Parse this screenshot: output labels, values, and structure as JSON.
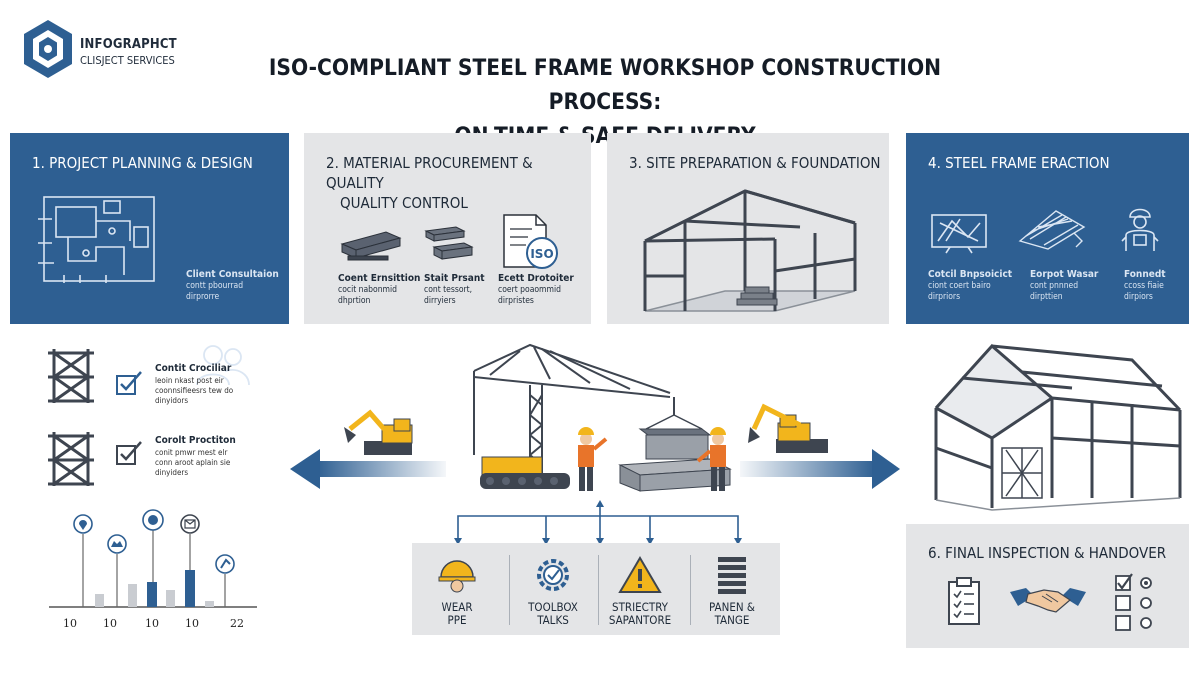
{
  "logo": {
    "name": "INFOGRAPHCT",
    "subtitle": "CLISJECT SERVICES"
  },
  "title": {
    "line1": "ISO-COMPLIANT STEEL FRAME WORKSHOP CONSTRUCTION PROCESS:",
    "line2": "ON-TIME & SAFE DELIVERY"
  },
  "panels": [
    {
      "title": "1. PROJECT PLANNING & DESIGN",
      "caption_title": "Client Consultaion",
      "caption_sub": [
        "contt pbourrad",
        "dirprorre"
      ]
    },
    {
      "title_line1": "2. MATERIAL PROCUREMENT & QUALITY",
      "title_line2": "QUALITY CONTROL",
      "items": [
        {
          "caption_title": "Coent Ernsittion",
          "caption_sub": [
            "cocit nabonmid",
            "dhprtion"
          ]
        },
        {
          "caption_title": "Stait Prsant",
          "caption_sub": [
            "cont tessort,",
            "dirryiers"
          ]
        },
        {
          "caption_title": "Ecett Drotoiter",
          "caption_sub": [
            "coert poaommid",
            "dirpristes"
          ]
        }
      ],
      "iso_badge": "ISO"
    },
    {
      "title": "3. SITE PREPARATION & FOUNDATION"
    },
    {
      "title": "4. STEEL FRAME ERACTION",
      "items": [
        {
          "caption_title": "Cotcil Bnpsoicict",
          "caption_sub": [
            "ciont coert bairo",
            "dirpriors"
          ]
        },
        {
          "caption_title": "Eorpot Wasar",
          "caption_sub": [
            "cont pnnned",
            "dirpttien"
          ]
        },
        {
          "caption_title": "Fonnedt",
          "caption_sub": [
            "ccoss fiaie",
            "dirpiors"
          ]
        }
      ]
    }
  ],
  "checklist": [
    {
      "title": "Contit Crociliar",
      "sub": [
        "leoin nkast post eir",
        "coonnsifieesrs tew do",
        "dinyidors"
      ]
    },
    {
      "title": "Corolt Proctiton",
      "sub": [
        "conit pmwr mest elr",
        "conn aroot aplain sie",
        "dinyiders"
      ]
    }
  ],
  "mini_chart": {
    "x_labels": [
      "10",
      "10",
      "10",
      "10",
      "22"
    ]
  },
  "safety": [
    {
      "label_line1": "WEAR",
      "label_line2": "PPE"
    },
    {
      "label_line1": "TOOLBOX",
      "label_line2": "TALKS"
    },
    {
      "label_line1": "STRIECTRY",
      "label_line2": "SAPANTORE"
    },
    {
      "label_line1": "PANEN &",
      "label_line2": "TANGE"
    }
  ],
  "final": {
    "title": "6. FINAL INSPECTION & HANDOVER"
  },
  "colors": {
    "blue": "#2e5f92",
    "grey_panel": "#e4e5e7",
    "dark": "#3a4350",
    "yellow": "#f2b51c",
    "orange": "#e8742a"
  }
}
